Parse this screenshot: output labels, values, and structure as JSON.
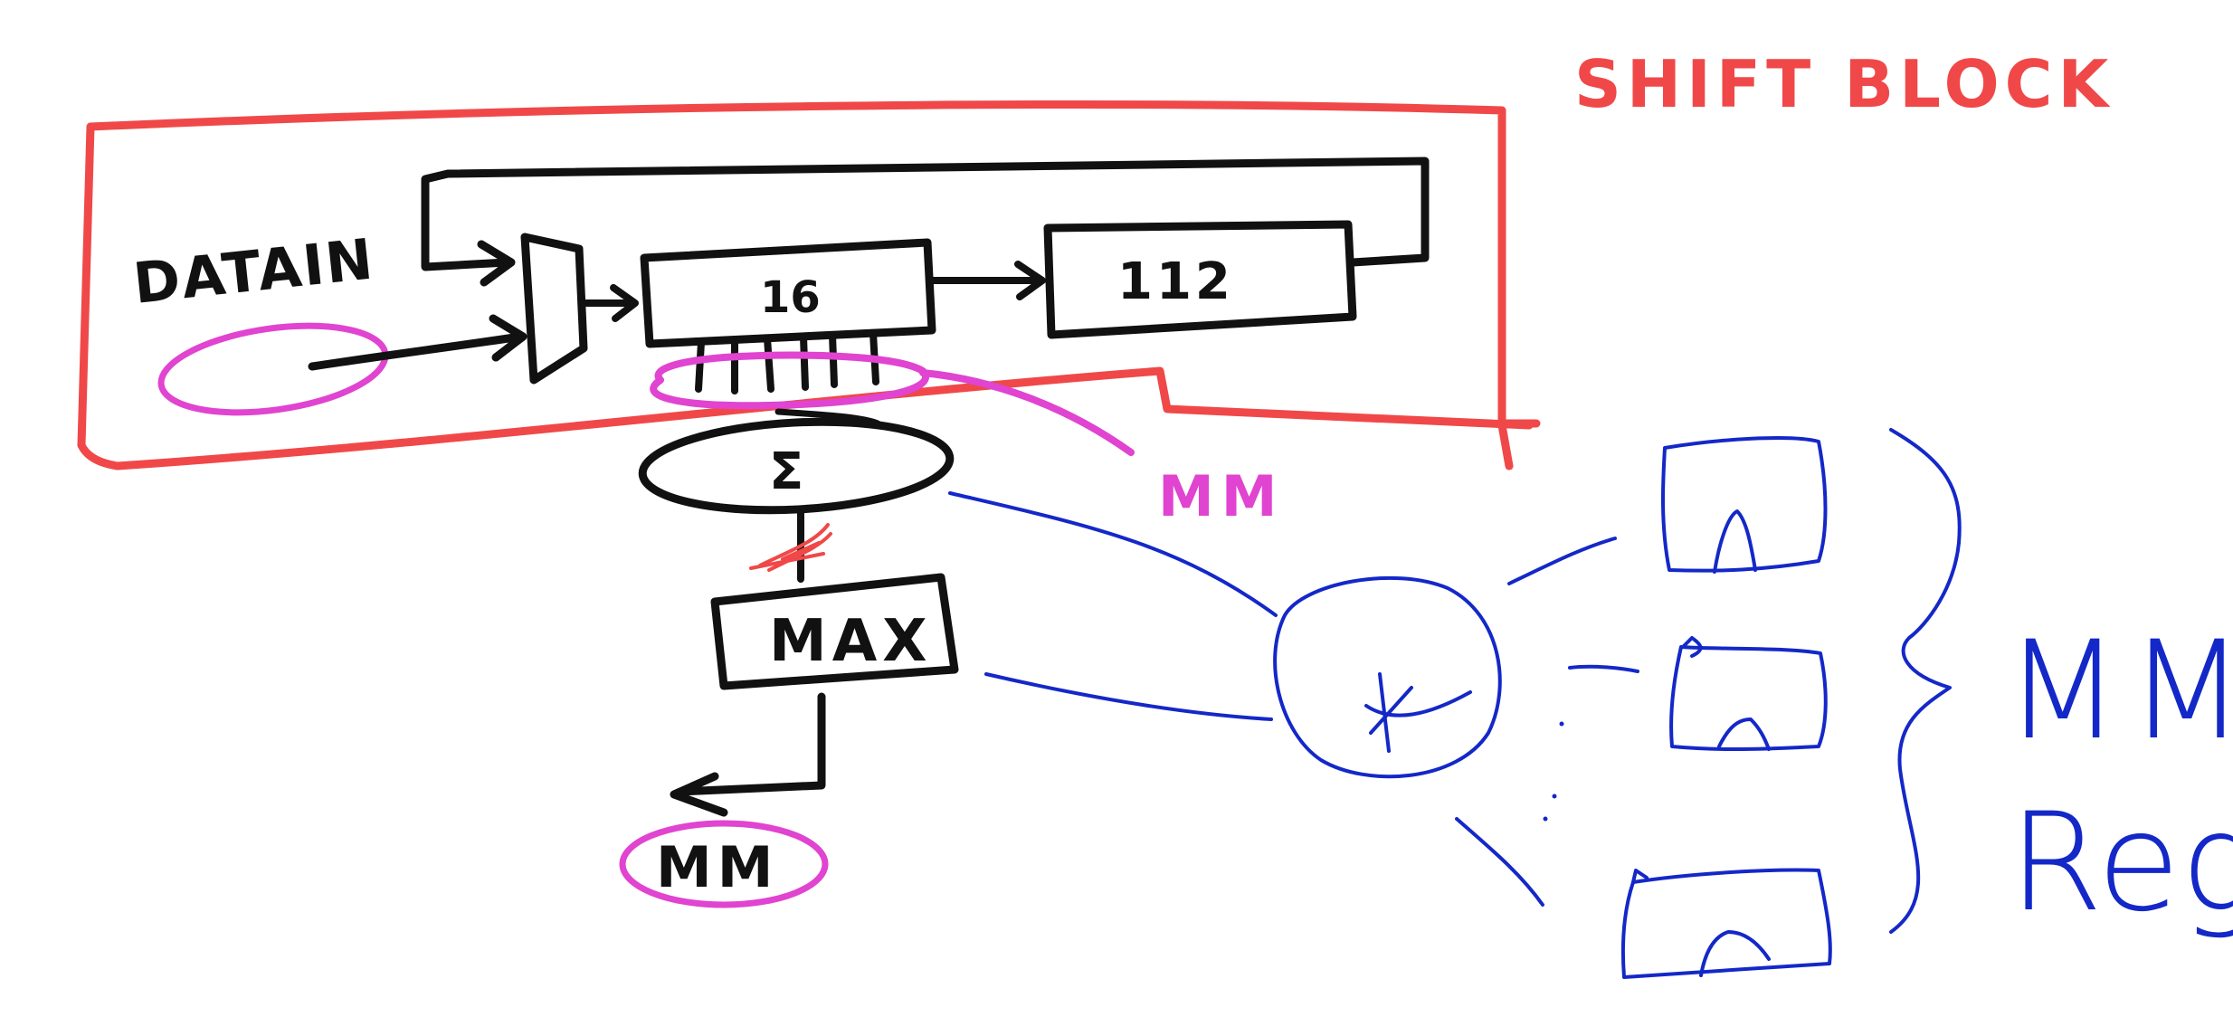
{
  "title": "SHIFT BLOCK",
  "input_label": "DATAIN",
  "register_16": "16",
  "register_112": "112",
  "sum_label": "Σ",
  "max_label": "MAX",
  "mm_tap_label": "MM",
  "mm_output_label": "MM",
  "operator_label": "*",
  "mm_reg_line1": "MM",
  "mm_reg_line2": "Reg",
  "colors": {
    "black": "#111111",
    "red": "#f04848",
    "pink": "#e044d0",
    "blue": "#1428c8"
  }
}
